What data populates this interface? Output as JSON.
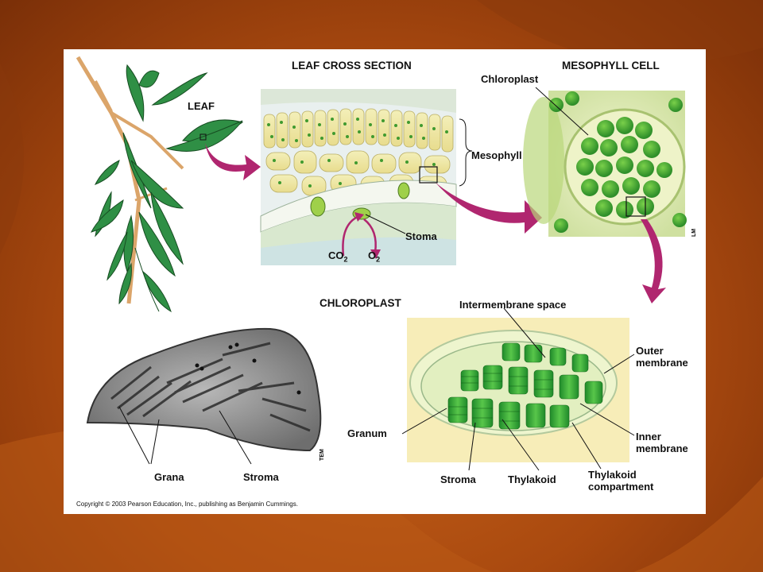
{
  "colors": {
    "accent_arrow": "#b0266f",
    "leaf": "#2f8f45",
    "chloro": "#3daa3d"
  },
  "headings": {
    "leaf": "LEAF",
    "leaf_cross_section": "LEAF CROSS SECTION",
    "mesophyll_cell": "MESOPHYLL CELL",
    "chloroplast": "CHLOROPLAST"
  },
  "labels": {
    "chloroplast": "Chloroplast",
    "mesophyll": "Mesophyll",
    "stoma": "Stoma",
    "co2": "CO",
    "o2": "O",
    "sub2": "2",
    "intermembrane_space": "Intermembrane space",
    "outer_membrane": "Outer membrane",
    "granum": "Granum",
    "inner_membrane": "Inner membrane",
    "stroma": "Stroma",
    "thylakoid": "Thylakoid",
    "thylakoid_compartment": "Thylakoid compartment",
    "grana": "Grana",
    "stroma_tem": "Stroma",
    "lm": "LM",
    "tem": "TEM"
  },
  "copyright": "Copyright © 2003 Pearson Education, Inc., publishing as Benjamin Cummings."
}
